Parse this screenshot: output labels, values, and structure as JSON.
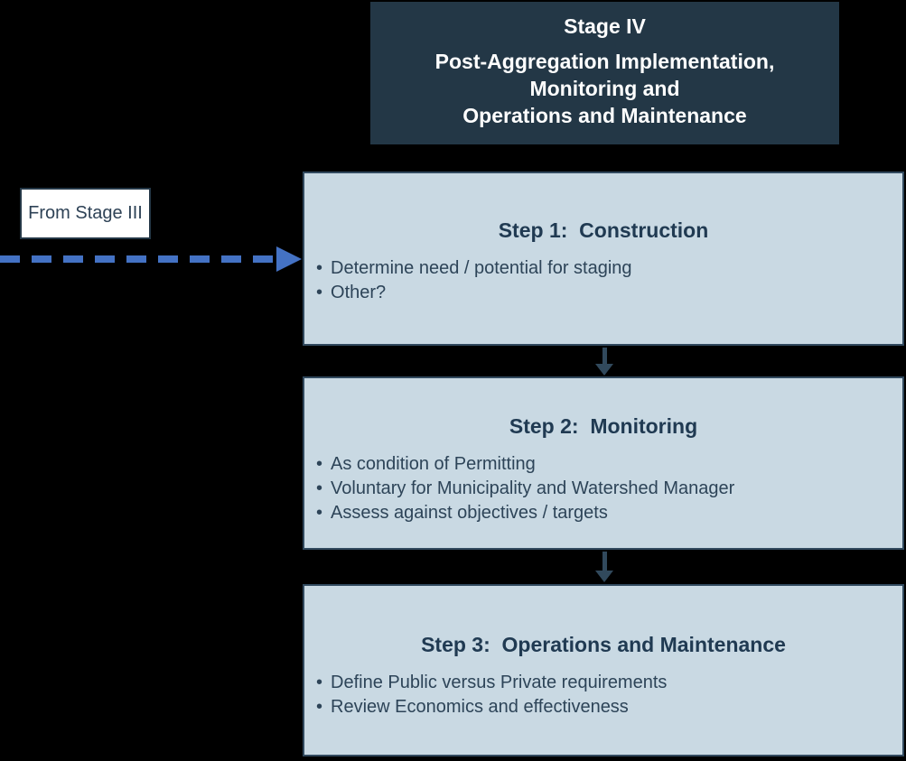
{
  "header": {
    "title": "Stage IV",
    "subtitle_lines": [
      "Post-Aggregation Implementation,",
      "Monitoring and",
      "Operations and Maintenance"
    ]
  },
  "from_stage": {
    "label": "From Stage III"
  },
  "steps": [
    {
      "title": "Step 1:  Construction",
      "bullets": [
        "Determine need / potential for staging",
        "Other?"
      ]
    },
    {
      "title": "Step 2:  Monitoring",
      "bullets": [
        "As condition of Permitting",
        "Voluntary for Municipality and Watershed Manager",
        "Assess against objectives / targets"
      ]
    },
    {
      "title": "Step 3:  Operations and Maintenance",
      "bullets": [
        "Define Public versus Private requirements",
        "Review Economics and effectiveness"
      ]
    }
  ],
  "icons": {
    "flow_connector": "dashed-arrow-right-icon",
    "step_connector": "arrow-down-icon",
    "list_marker": "bullet-marker"
  },
  "colors": {
    "background": "#000000",
    "header_bg": "#233746",
    "header_text": "#ffffff",
    "box_bg": "#c9d9e3",
    "box_border": "#31495e",
    "title_text": "#203a52",
    "body_text": "#2d4458",
    "arrow": "#31495c",
    "dashed_arrow": "#4472c4",
    "from_box_bg": "#ffffff",
    "from_box_border": "#243746",
    "from_box_text": "#2e4256"
  }
}
